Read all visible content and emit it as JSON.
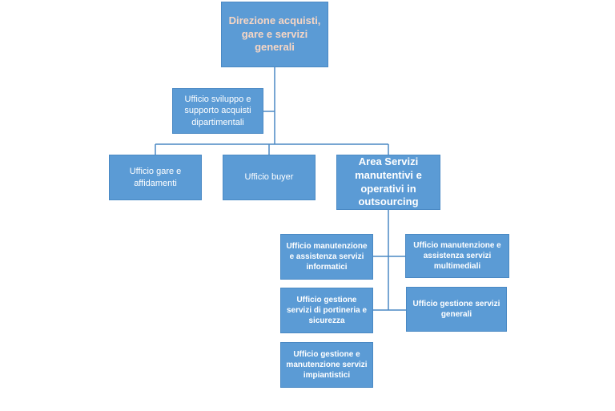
{
  "diagram": {
    "root": "Direzione acquisti, gare e servizi generali",
    "staff": "Ufficio sviluppo e supporto acquisti dipartimentali",
    "level1": [
      "Ufficio gare e affidamenti",
      "Ufficio buyer",
      "Area Servizi manutentivi e operativi in outsourcing"
    ],
    "area_children": [
      "Ufficio manutenzione e assistenza servizi informatici",
      "Ufficio manutenzione e assistenza servizi multimediali",
      "Ufficio gestione servizi di portineria e sicurezza",
      "Ufficio gestione servizi generali",
      "Ufficio gestione e manutenzione servizi impiantistici"
    ]
  },
  "colors": {
    "box_fill": "#5b9bd5",
    "box_text": "#ffffff",
    "root_text": "#f7d6c4",
    "connector": "#4a89c4"
  }
}
